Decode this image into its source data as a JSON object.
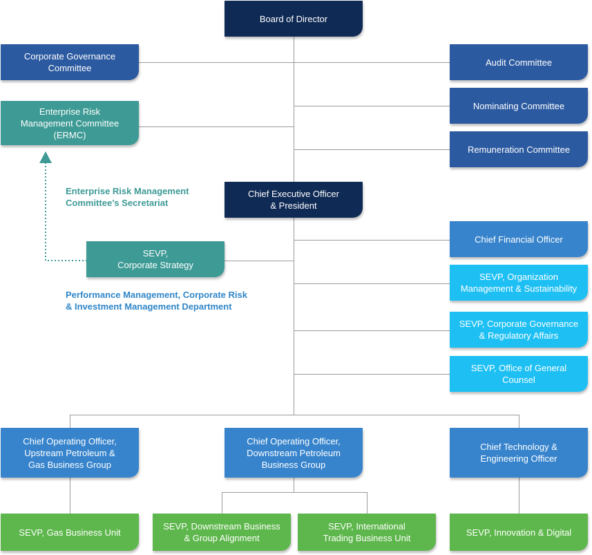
{
  "colors": {
    "navy": "#0f2a55",
    "royal": "#2c5aa0",
    "teal": "#3d9a95",
    "mid_blue": "#3784cc",
    "cyan": "#1ec0f4",
    "green": "#5eb74c",
    "line": "#9a9a9a",
    "teal_text": "#3d9a95",
    "blue_text": "#2f86c8"
  },
  "nodes": {
    "board": "Board of Director",
    "cg_committee": "Corporate Governance\nCommittee",
    "audit": "Audit Committee",
    "ermc": "Enterprise Risk\nManagement Committee\n(ERMC)",
    "nominating": "Nominating Committee",
    "remuneration": "Remuneration Committee",
    "ceo": "Chief Executive Officer\n& President",
    "sevp_strategy": "SEVP,\nCorporate Strategy",
    "cfo": "Chief Financial Officer",
    "sevp_org": "SEVP, Organization\nManagement & Sustainability",
    "sevp_cgra": "SEVP, Corporate Governance\n& Regulatory Affairs",
    "sevp_counsel": "SEVP, Office of General\nCounsel",
    "coo_upstream": "Chief Operating Officer,\nUpstream Petroleum &\nGas Business Group",
    "coo_downstream": "Chief Operating Officer,\nDownstream Petroleum\nBusiness Group",
    "cto": "Chief Technology &\nEngineering Officer",
    "sevp_gas": "SEVP, Gas Business Unit",
    "sevp_downstream": "SEVP, Downstream Business\n& Group Alignment",
    "sevp_trading": "SEVP, International\nTrading Business Unit",
    "sevp_innovation": "SEVP, Innovation & Digital"
  },
  "notes": {
    "ermc_secretariat": "Enterprise Risk Management\nCommittee’s Secretariat",
    "perf_mgmt": "Performance Management, Corporate Risk\n& Investment Management Department"
  }
}
